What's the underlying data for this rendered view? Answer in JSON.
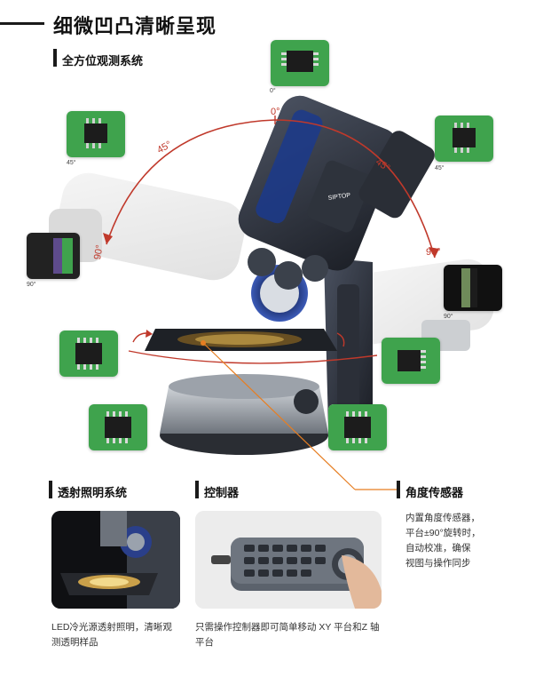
{
  "page": {
    "title": "细微凹凸清晰呈现"
  },
  "sections": {
    "all_angle": {
      "title": "全方位观测系统"
    },
    "transmitted": {
      "title": "透射照明系统",
      "desc_line1": "LED冷光源透射照明，清晰观",
      "desc_line2": "测透明样品"
    },
    "controller": {
      "title": "控制器",
      "desc_line1": "只需操作控制器即可简单移动 XY 平台和Z 轴",
      "desc_line2": "平台"
    },
    "angle_sensor": {
      "title": "角度传感器",
      "desc_lines": [
        "内置角度传感器，",
        "平台±90°旋转时，",
        "自动校准，确保",
        "视图与操作同步"
      ]
    }
  },
  "hero": {
    "arc_labels": {
      "top": "0°",
      "left45": "45°",
      "right45": "45°",
      "left90": "90°",
      "right90": "90°"
    },
    "thumb_captions": {
      "top": "0°",
      "left45": "45°",
      "right45": "45°",
      "left90": "90°",
      "right90": "90°"
    },
    "brand_text": "SIPTOP"
  },
  "colors": {
    "arc": "#c0392b",
    "pointer": "#e67e22",
    "pcb_green": "#3fa34d",
    "chip": "#1c1c1c"
  }
}
